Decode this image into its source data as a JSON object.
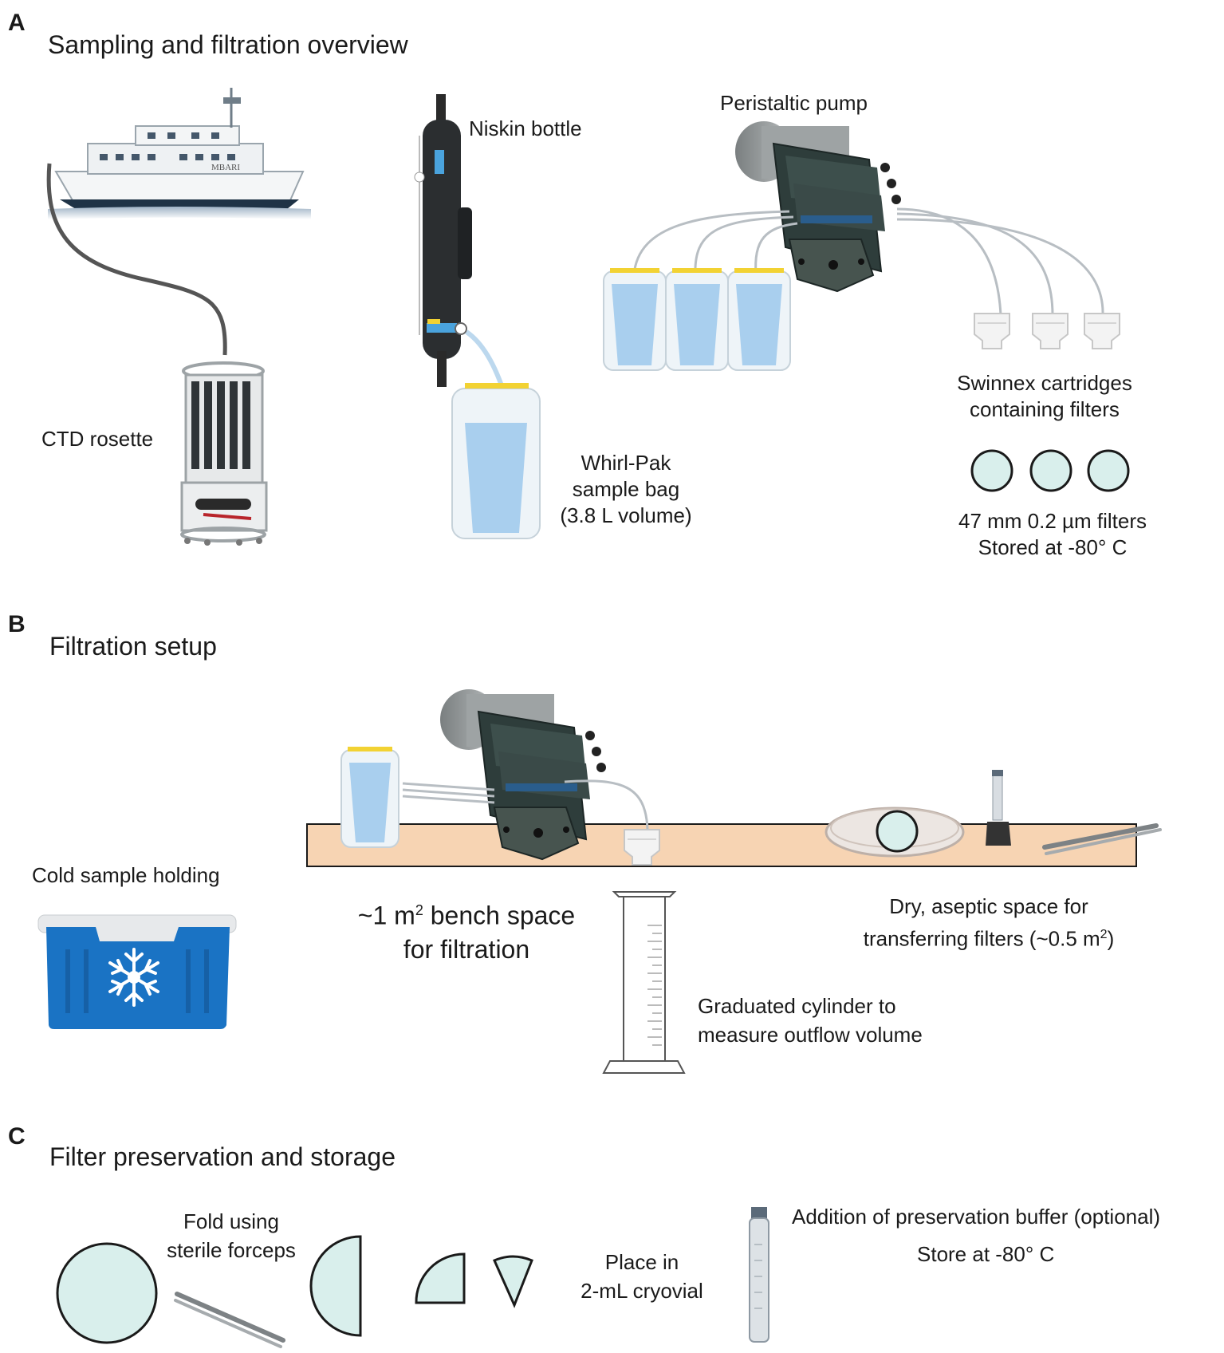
{
  "panels": {
    "A": {
      "letter": "A",
      "title": "Sampling and filtration overview",
      "labels": {
        "niskin": "Niskin bottle",
        "pump": "Peristaltic pump",
        "ctd": "CTD rosette",
        "whirlpak_1": "Whirl-Pak",
        "whirlpak_2": "sample bag",
        "whirlpak_3": "(3.8 L volume)",
        "swinnex_1": "Swinnex cartridges",
        "swinnex_2": "containing filters",
        "filters_1": "47 mm 0.2 µm filters",
        "filters_2": "Stored at -80° C"
      },
      "ship_name": "MBARI"
    },
    "B": {
      "letter": "B",
      "title": "Filtration setup",
      "labels": {
        "cold": "Cold sample holding",
        "bench_1_pre": "~1 m",
        "bench_1_sup": "2",
        "bench_1_post": " bench space",
        "bench_2": "for filtration",
        "dry_1": "Dry, aseptic space for",
        "dry_2_pre": "transferring filters (~0.5 m",
        "dry_2_sup": "2",
        "dry_2_post": ")",
        "cyl_1": "Graduated cylinder to",
        "cyl_2": "measure outflow volume"
      }
    },
    "C": {
      "letter": "C",
      "title": "Filter preservation and storage",
      "labels": {
        "fold_1": "Fold using",
        "fold_2": "sterile forceps",
        "place_1": "Place in",
        "place_2": "2-mL cryovial",
        "buffer": "Addition of preservation buffer (optional)",
        "store": "Store at -80° C"
      }
    }
  },
  "colors": {
    "filter_fill": "#d9efec",
    "water_blue": "#a9cfee",
    "bench": "#f7d4b3",
    "pump_dark": "#2e3d3b",
    "cooler_blue": "#1a73c4",
    "cap_yellow": "#f2d233"
  }
}
